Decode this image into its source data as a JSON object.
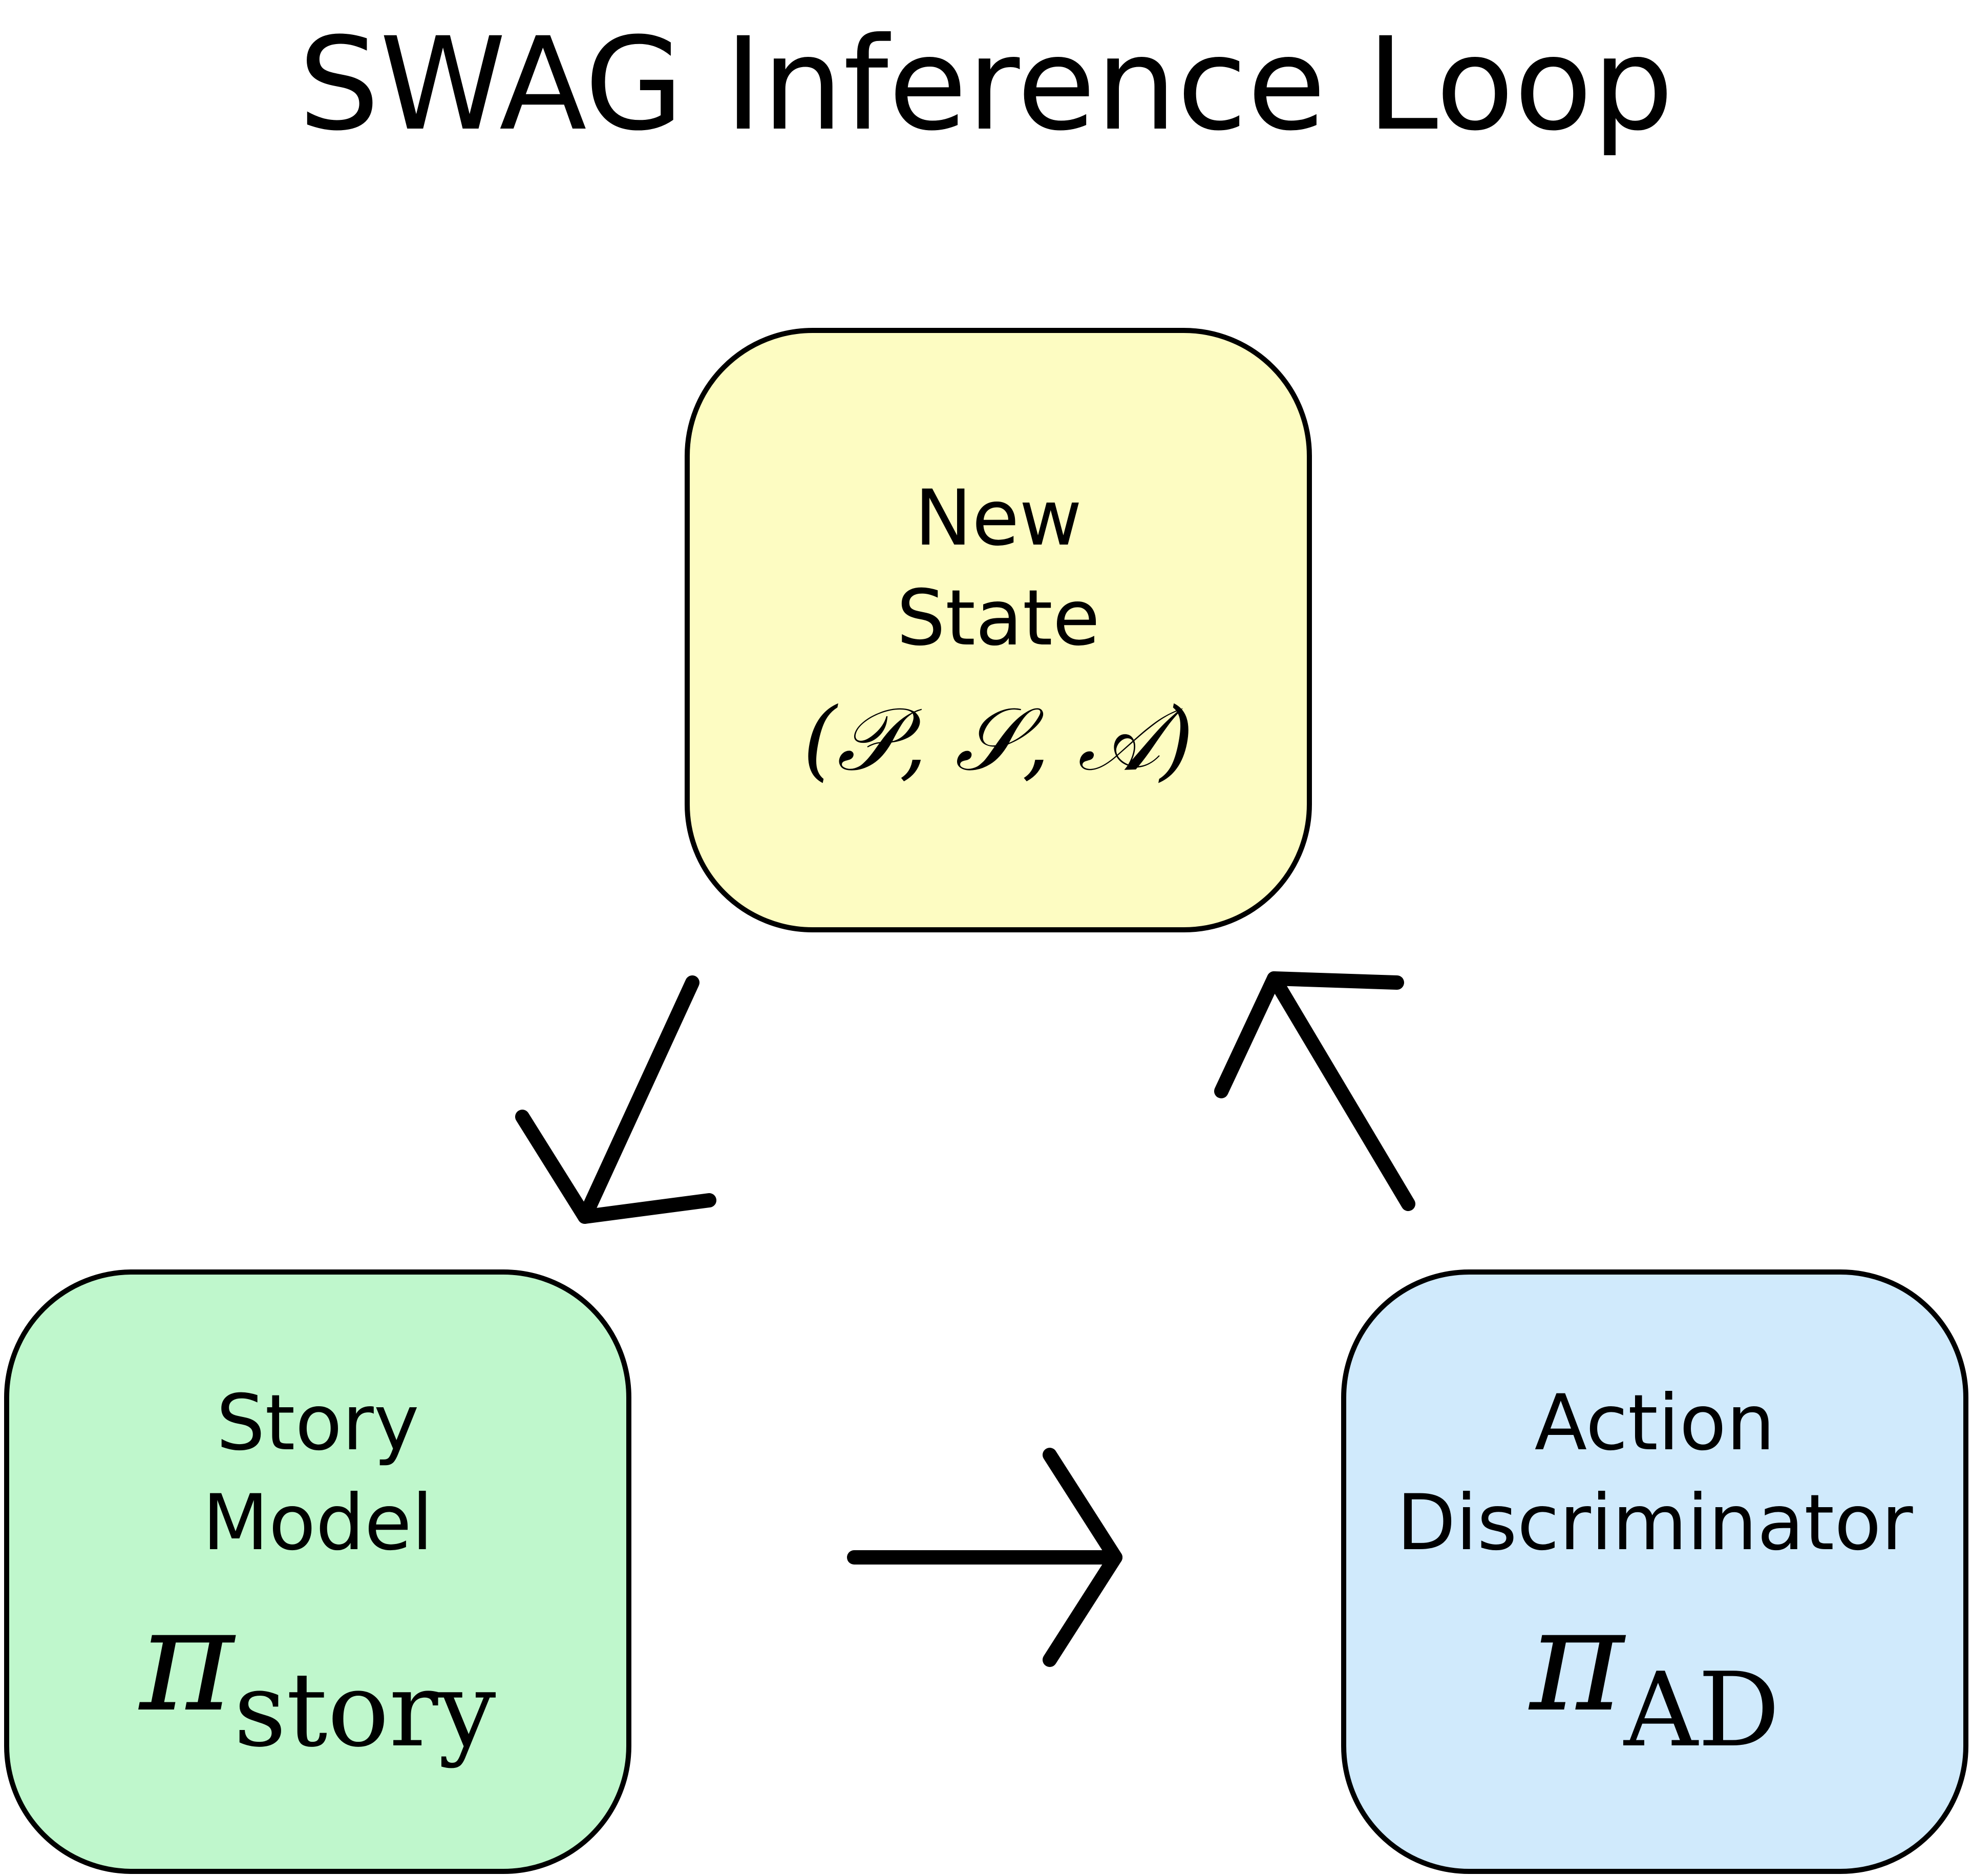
{
  "title": "SWAG Inference Loop",
  "colors": {
    "new_state_fill": "#fdfcc2",
    "story_model_fill": "#bff7cc",
    "action_discriminator_fill": "#d0eafc",
    "stroke": "#000000"
  },
  "nodes": {
    "new_state": {
      "line1": "New",
      "line2": "State",
      "math": "(𝒫, 𝒮, 𝒜)"
    },
    "story_model": {
      "line1": "Story",
      "line2": "Model",
      "math_symbol": "π",
      "math_subscript": "story"
    },
    "action_discriminator": {
      "line1": "Action",
      "line2": "Discriminator",
      "math_symbol": "π",
      "math_subscript": "AD"
    }
  },
  "edges": [
    {
      "from": "new_state",
      "to": "story_model"
    },
    {
      "from": "story_model",
      "to": "action_discriminator"
    },
    {
      "from": "action_discriminator",
      "to": "new_state"
    }
  ]
}
